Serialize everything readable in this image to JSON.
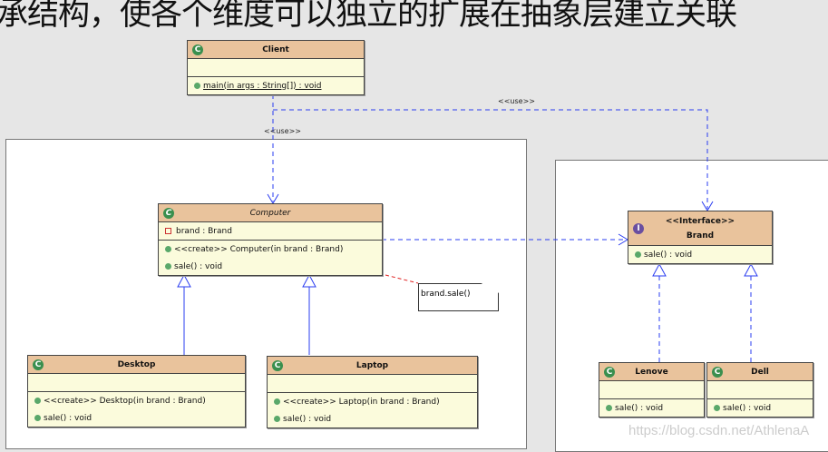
{
  "title_text": "承结构，使各个维度可以独立的扩展在抽象层建立关联",
  "classes": {
    "client": {
      "name": "Client",
      "methods": [
        "main(in args : String[]) : void"
      ]
    },
    "computer": {
      "name": "Computer",
      "attrs": [
        "brand : Brand"
      ],
      "methods": [
        "<<create>> Computer(in brand : Brand)",
        "sale() : void"
      ]
    },
    "desktop": {
      "name": "Desktop",
      "methods": [
        "<<create>> Desktop(in brand : Brand)",
        "sale() : void"
      ]
    },
    "laptop": {
      "name": "Laptop",
      "methods": [
        "<<create>> Laptop(in brand : Brand)",
        "sale() : void"
      ]
    },
    "brand": {
      "stereotype": "<<Interface>>",
      "name": "Brand",
      "methods": [
        "sale() : void"
      ]
    },
    "lenove": {
      "name": "Lenove",
      "methods": [
        "sale() : void"
      ]
    },
    "dell": {
      "name": "Dell",
      "methods": [
        "sale() : void"
      ]
    }
  },
  "note": "brand.sale()",
  "use_labels": [
    "<<use>>",
    "<<use>>"
  ],
  "class_icon": "C",
  "interface_icon": "I",
  "watermark": "https://blog.csdn.net/AthlenaA"
}
